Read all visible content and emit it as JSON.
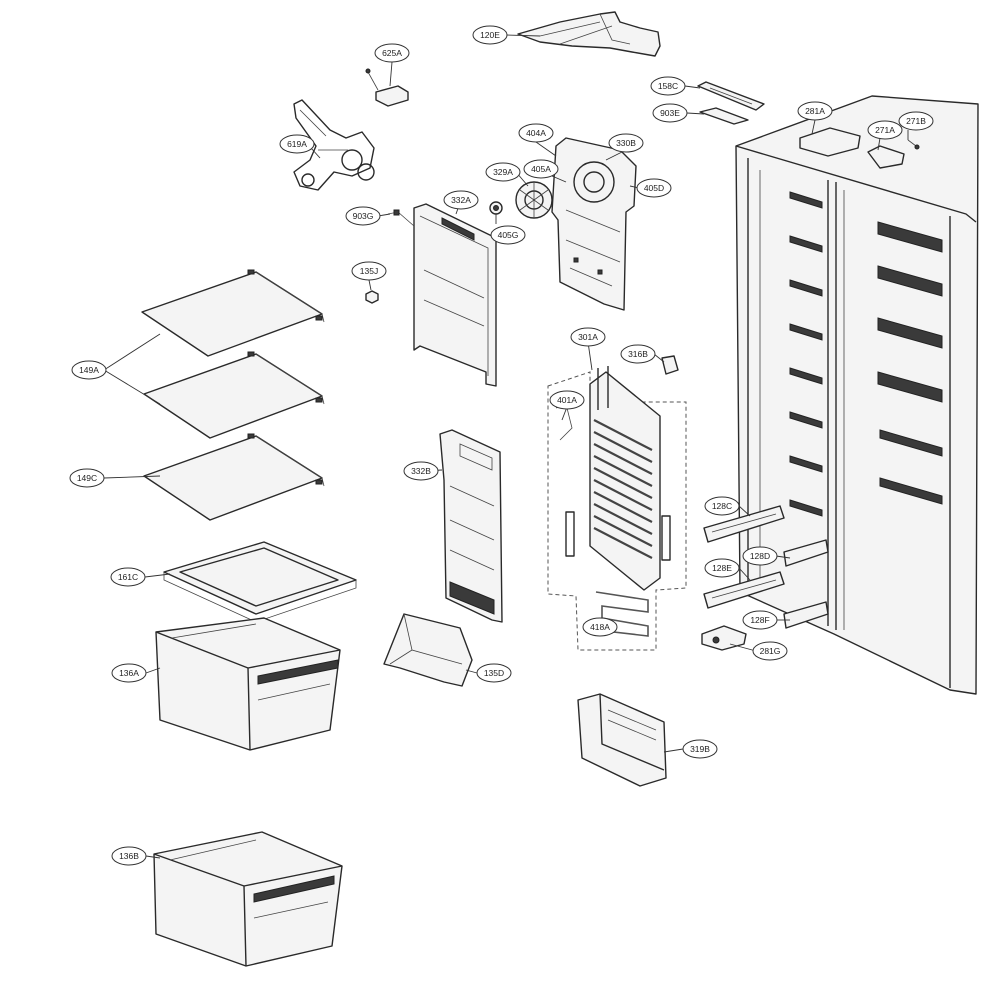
{
  "diagram": {
    "labels": {
      "l120E": "120E",
      "l625A": "625A",
      "l158C": "158C",
      "l903E": "903E",
      "l281A": "281A",
      "l271A": "271A",
      "l271B": "271B",
      "l619A": "619A",
      "l404A": "404A",
      "l330B": "330B",
      "l405A": "405A",
      "l329A": "329A",
      "l405D": "405D",
      "l332A": "332A",
      "l903G": "903G",
      "l405G": "405G",
      "l135J": "135J",
      "l301A": "301A",
      "l316B": "316B",
      "l149A": "149A",
      "l401A": "401A",
      "l149C": "149C",
      "l332B": "332B",
      "l128C": "128C",
      "l128D": "128D",
      "l128E": "128E",
      "l161C": "161C",
      "l128F": "128F",
      "l418A": "418A",
      "l281G": "281G",
      "l136A": "136A",
      "l135D": "135D",
      "l319B": "319B",
      "l136B": "136B"
    }
  }
}
